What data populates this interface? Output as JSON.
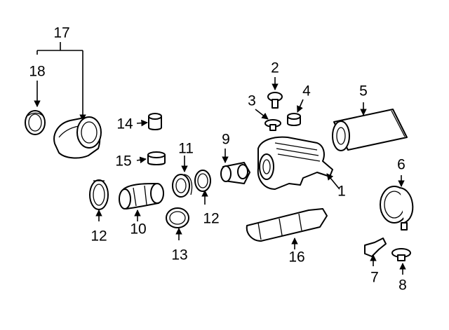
{
  "diagram": {
    "labels": {
      "p1": "1",
      "p2": "2",
      "p3": "3",
      "p4": "4",
      "p5": "5",
      "p6": "6",
      "p7": "7",
      "p8": "8",
      "p9": "9",
      "p10": "10",
      "p11": "11",
      "p12a": "12",
      "p12b": "12",
      "p13": "13",
      "p14": "14",
      "p15": "15",
      "p16": "16",
      "p17": "17",
      "p18": "18"
    }
  }
}
